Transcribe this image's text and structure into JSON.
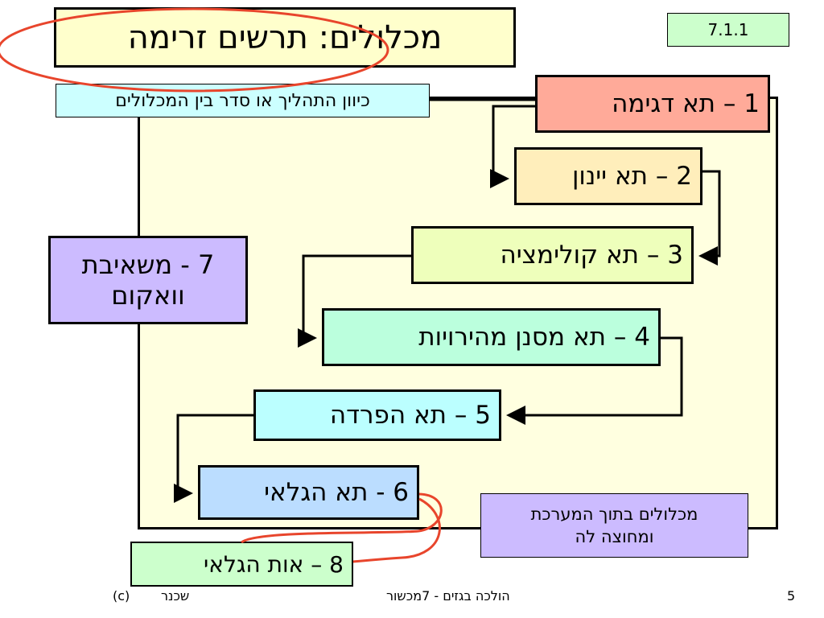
{
  "slide": {
    "title": "מכלולים: תרשים זרימה",
    "version": "7.1.1",
    "subtitle": "כיוון התהליך או סדר בין המכלולים"
  },
  "components": [
    {
      "label": "1 – תא דגימה",
      "color": "#FFAA99"
    },
    {
      "label": "2 – תא יינון",
      "color": "#FFEEBB"
    },
    {
      "label": "3 – תא קולימציה",
      "color": "#EEFFBB"
    },
    {
      "label": "4 – תא מסנן מהירויות",
      "color": "#BBFFDD"
    },
    {
      "label": "5 – תא הפרדה",
      "color": "#BBFFFF"
    },
    {
      "label": "6 - תא הגלאי",
      "color": "#BBDDFF"
    },
    {
      "label_line1": "7 - משאיבת",
      "label_line2": "וואקום",
      "color": "#CCBBFF"
    },
    {
      "label": "8 – אות הגלאי",
      "color": "#CCFFCC"
    }
  ],
  "inner_note": {
    "line1": "מכלולים בתוך המערכת",
    "line2": "ומחוצה לה"
  },
  "footer": {
    "copyright": "(c)",
    "author": "שכנר",
    "course_prefix": "הולכה בגזים  - ",
    "course_suffix": "7מכשור",
    "page": "5"
  },
  "colors": {
    "frame": "#FFFFE0",
    "highlight": "#E8452C"
  }
}
